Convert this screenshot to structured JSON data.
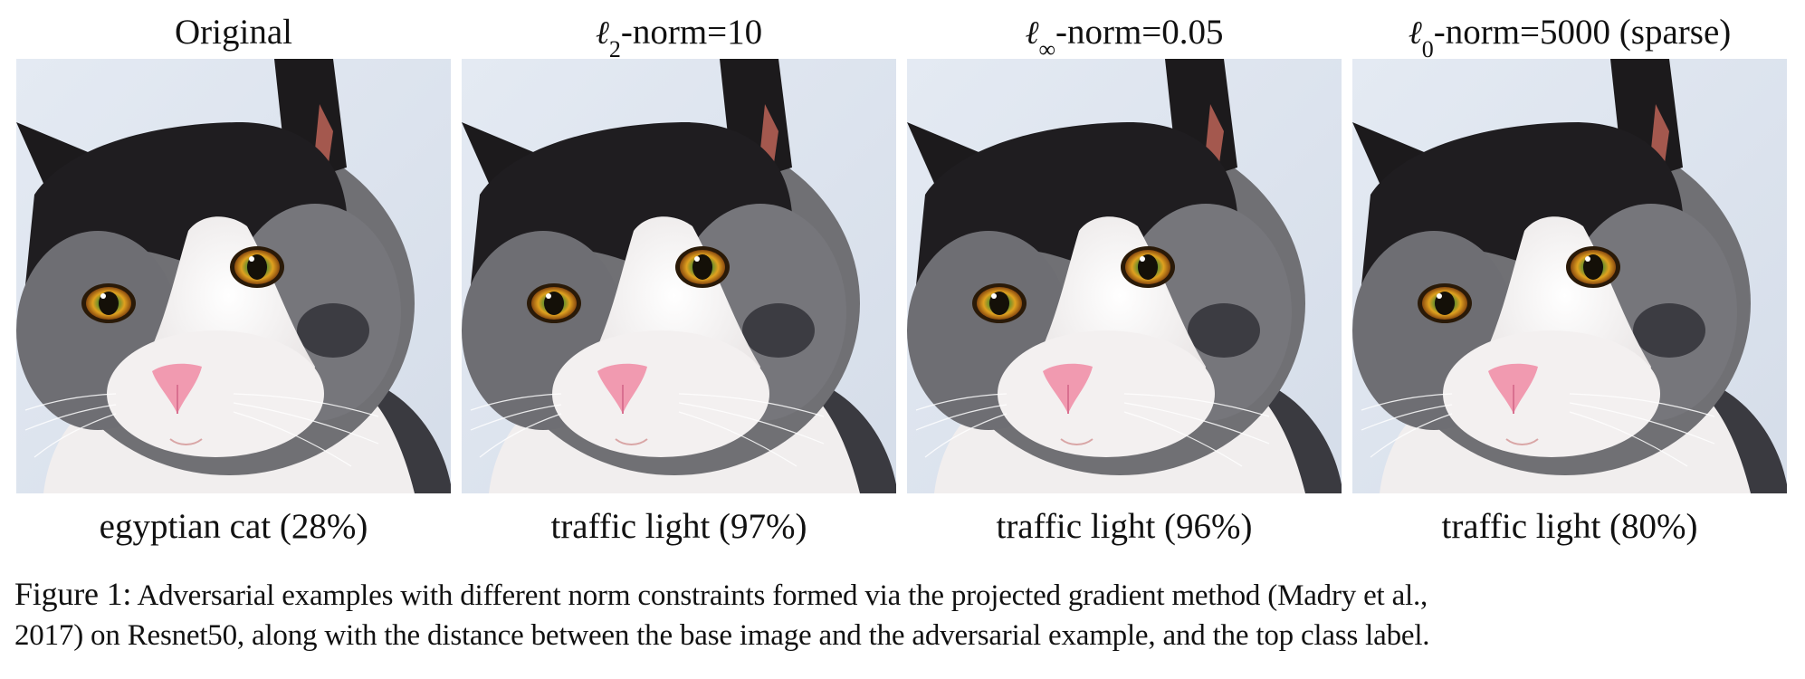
{
  "panels": [
    {
      "title_prefix": "Original",
      "title_symbol": "",
      "title_subscript": "",
      "title_suffix": "",
      "caption": "egyptian cat (28%)"
    },
    {
      "title_prefix": "",
      "title_symbol": "ℓ",
      "title_subscript": "2",
      "title_suffix": "-norm=10",
      "caption": "traffic light (97%)"
    },
    {
      "title_prefix": "",
      "title_symbol": "ℓ",
      "title_subscript": "∞",
      "title_suffix": "-norm=0.05",
      "caption": "traffic light (96%)"
    },
    {
      "title_prefix": "",
      "title_symbol": "ℓ",
      "title_subscript": "0",
      "title_suffix": "-norm=5000 (sparse)",
      "caption": "traffic light (80%)"
    }
  ],
  "figure_caption": {
    "label": "Figure 1:",
    "line1": "Adversarial examples with different norm constraints formed via the projected gradient method (Madry et al.,",
    "line2": "2017) on Resnet50, along with the distance between the base image and the adversarial example, and the top class label."
  },
  "colors": {
    "background": "#dfe6f0",
    "dark_fur": "#1c1a1c",
    "grey_fur": "#6c6c70",
    "white_fur": "#f3f1f1",
    "eye_iris": "#d99a1c",
    "nose": "#f19ab0"
  }
}
